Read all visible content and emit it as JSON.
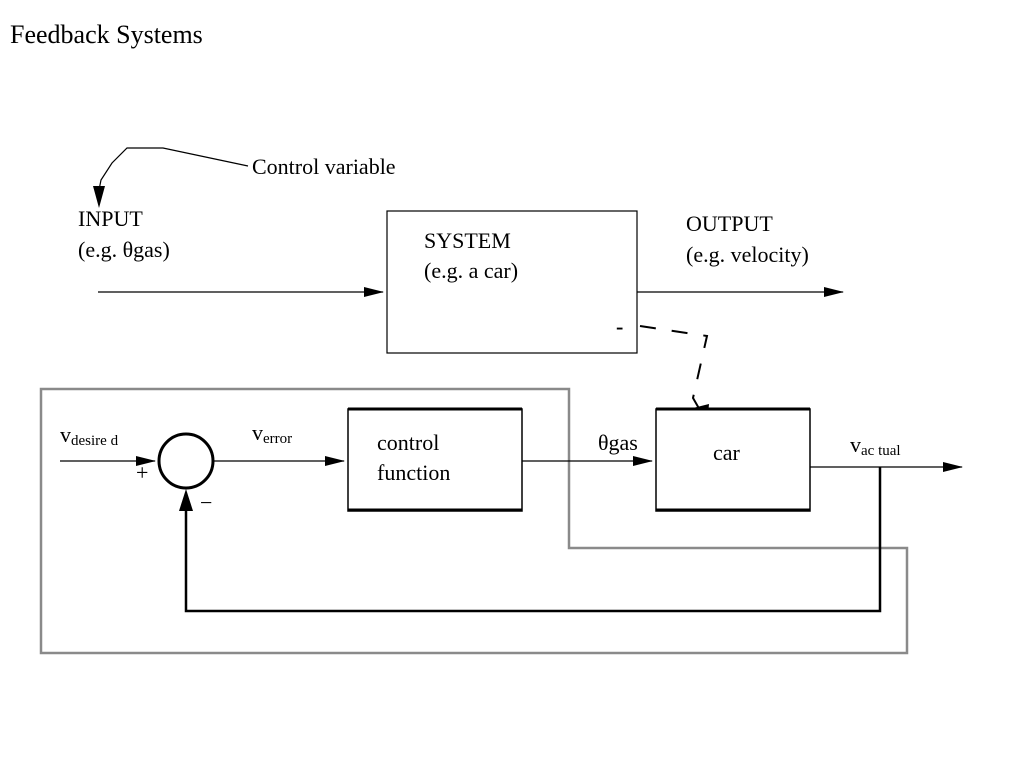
{
  "title": "Feedback Systems",
  "top": {
    "control_variable": "Control variable",
    "input_label": "INPUT",
    "input_example": "(e.g. θgas)",
    "system_label": "SYSTEM",
    "system_example": "(e.g. a car)",
    "output_label": "OUTPUT",
    "output_example": "(e.g. velocity)",
    "dash_mark": "-"
  },
  "loop": {
    "v_desired_main": "v",
    "v_desired_sub": "desire d",
    "plus": "+",
    "minus": "−",
    "v_error_main": "v",
    "v_error_sub": "error",
    "control_line1": "control",
    "control_line2": "function",
    "theta_gas": "θgas",
    "car": "car",
    "v_actual_main": "v",
    "v_actual_sub": "ac tual"
  }
}
